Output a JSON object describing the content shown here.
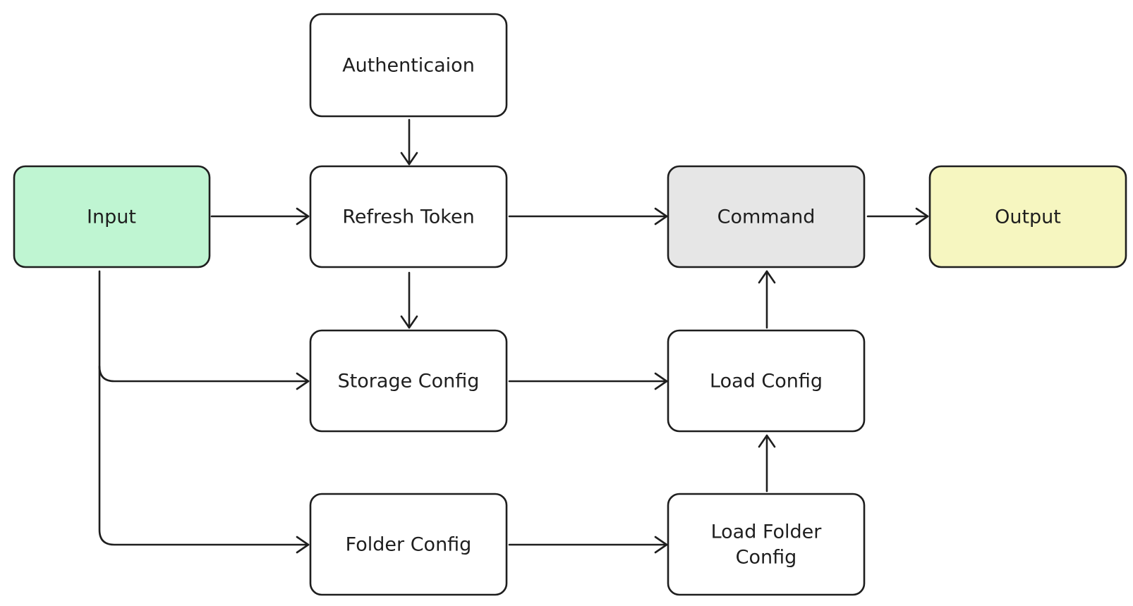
{
  "colors": {
    "stroke": "#1e1e1e",
    "input_fill": "#bff5d2",
    "command_fill": "#e6e6e6",
    "output_fill": "#f6f6c0",
    "default_fill": "#ffffff"
  },
  "nodes": {
    "authentication": {
      "label": "Authenticaion"
    },
    "input": {
      "label": "Input"
    },
    "refresh_token": {
      "label": "Refresh Token"
    },
    "command": {
      "label": "Command"
    },
    "output": {
      "label": "Output"
    },
    "storage_config": {
      "label": "Storage Config"
    },
    "load_config": {
      "label": "Load Config"
    },
    "folder_config": {
      "label": "Folder Config"
    },
    "load_folder_config": {
      "label_line1": "Load Folder",
      "label_line2": "Config"
    }
  },
  "edges": [
    {
      "from": "authentication",
      "to": "refresh_token"
    },
    {
      "from": "input",
      "to": "refresh_token"
    },
    {
      "from": "refresh_token",
      "to": "command"
    },
    {
      "from": "command",
      "to": "output"
    },
    {
      "from": "refresh_token",
      "to": "storage_config"
    },
    {
      "from": "input",
      "to": "storage_config"
    },
    {
      "from": "input",
      "to": "folder_config"
    },
    {
      "from": "storage_config",
      "to": "load_config"
    },
    {
      "from": "load_config",
      "to": "command"
    },
    {
      "from": "folder_config",
      "to": "load_folder_config"
    },
    {
      "from": "load_folder_config",
      "to": "load_config"
    }
  ]
}
